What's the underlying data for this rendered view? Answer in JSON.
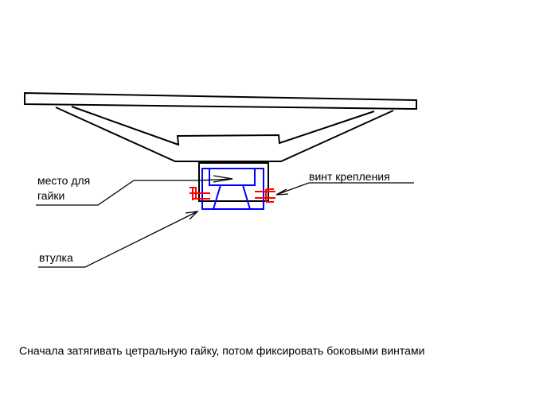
{
  "labels": {
    "nut_place_line1": "место для",
    "nut_place_line2": "гайки",
    "mount_screw": "винт крепления",
    "bushing": "втулка"
  },
  "caption": "Сначала затягивать цетральную гайку, потом фиксировать боковыми винтами",
  "colors": {
    "outline": "#000000",
    "bushing": "#0000ff",
    "screw": "#ff0000"
  }
}
